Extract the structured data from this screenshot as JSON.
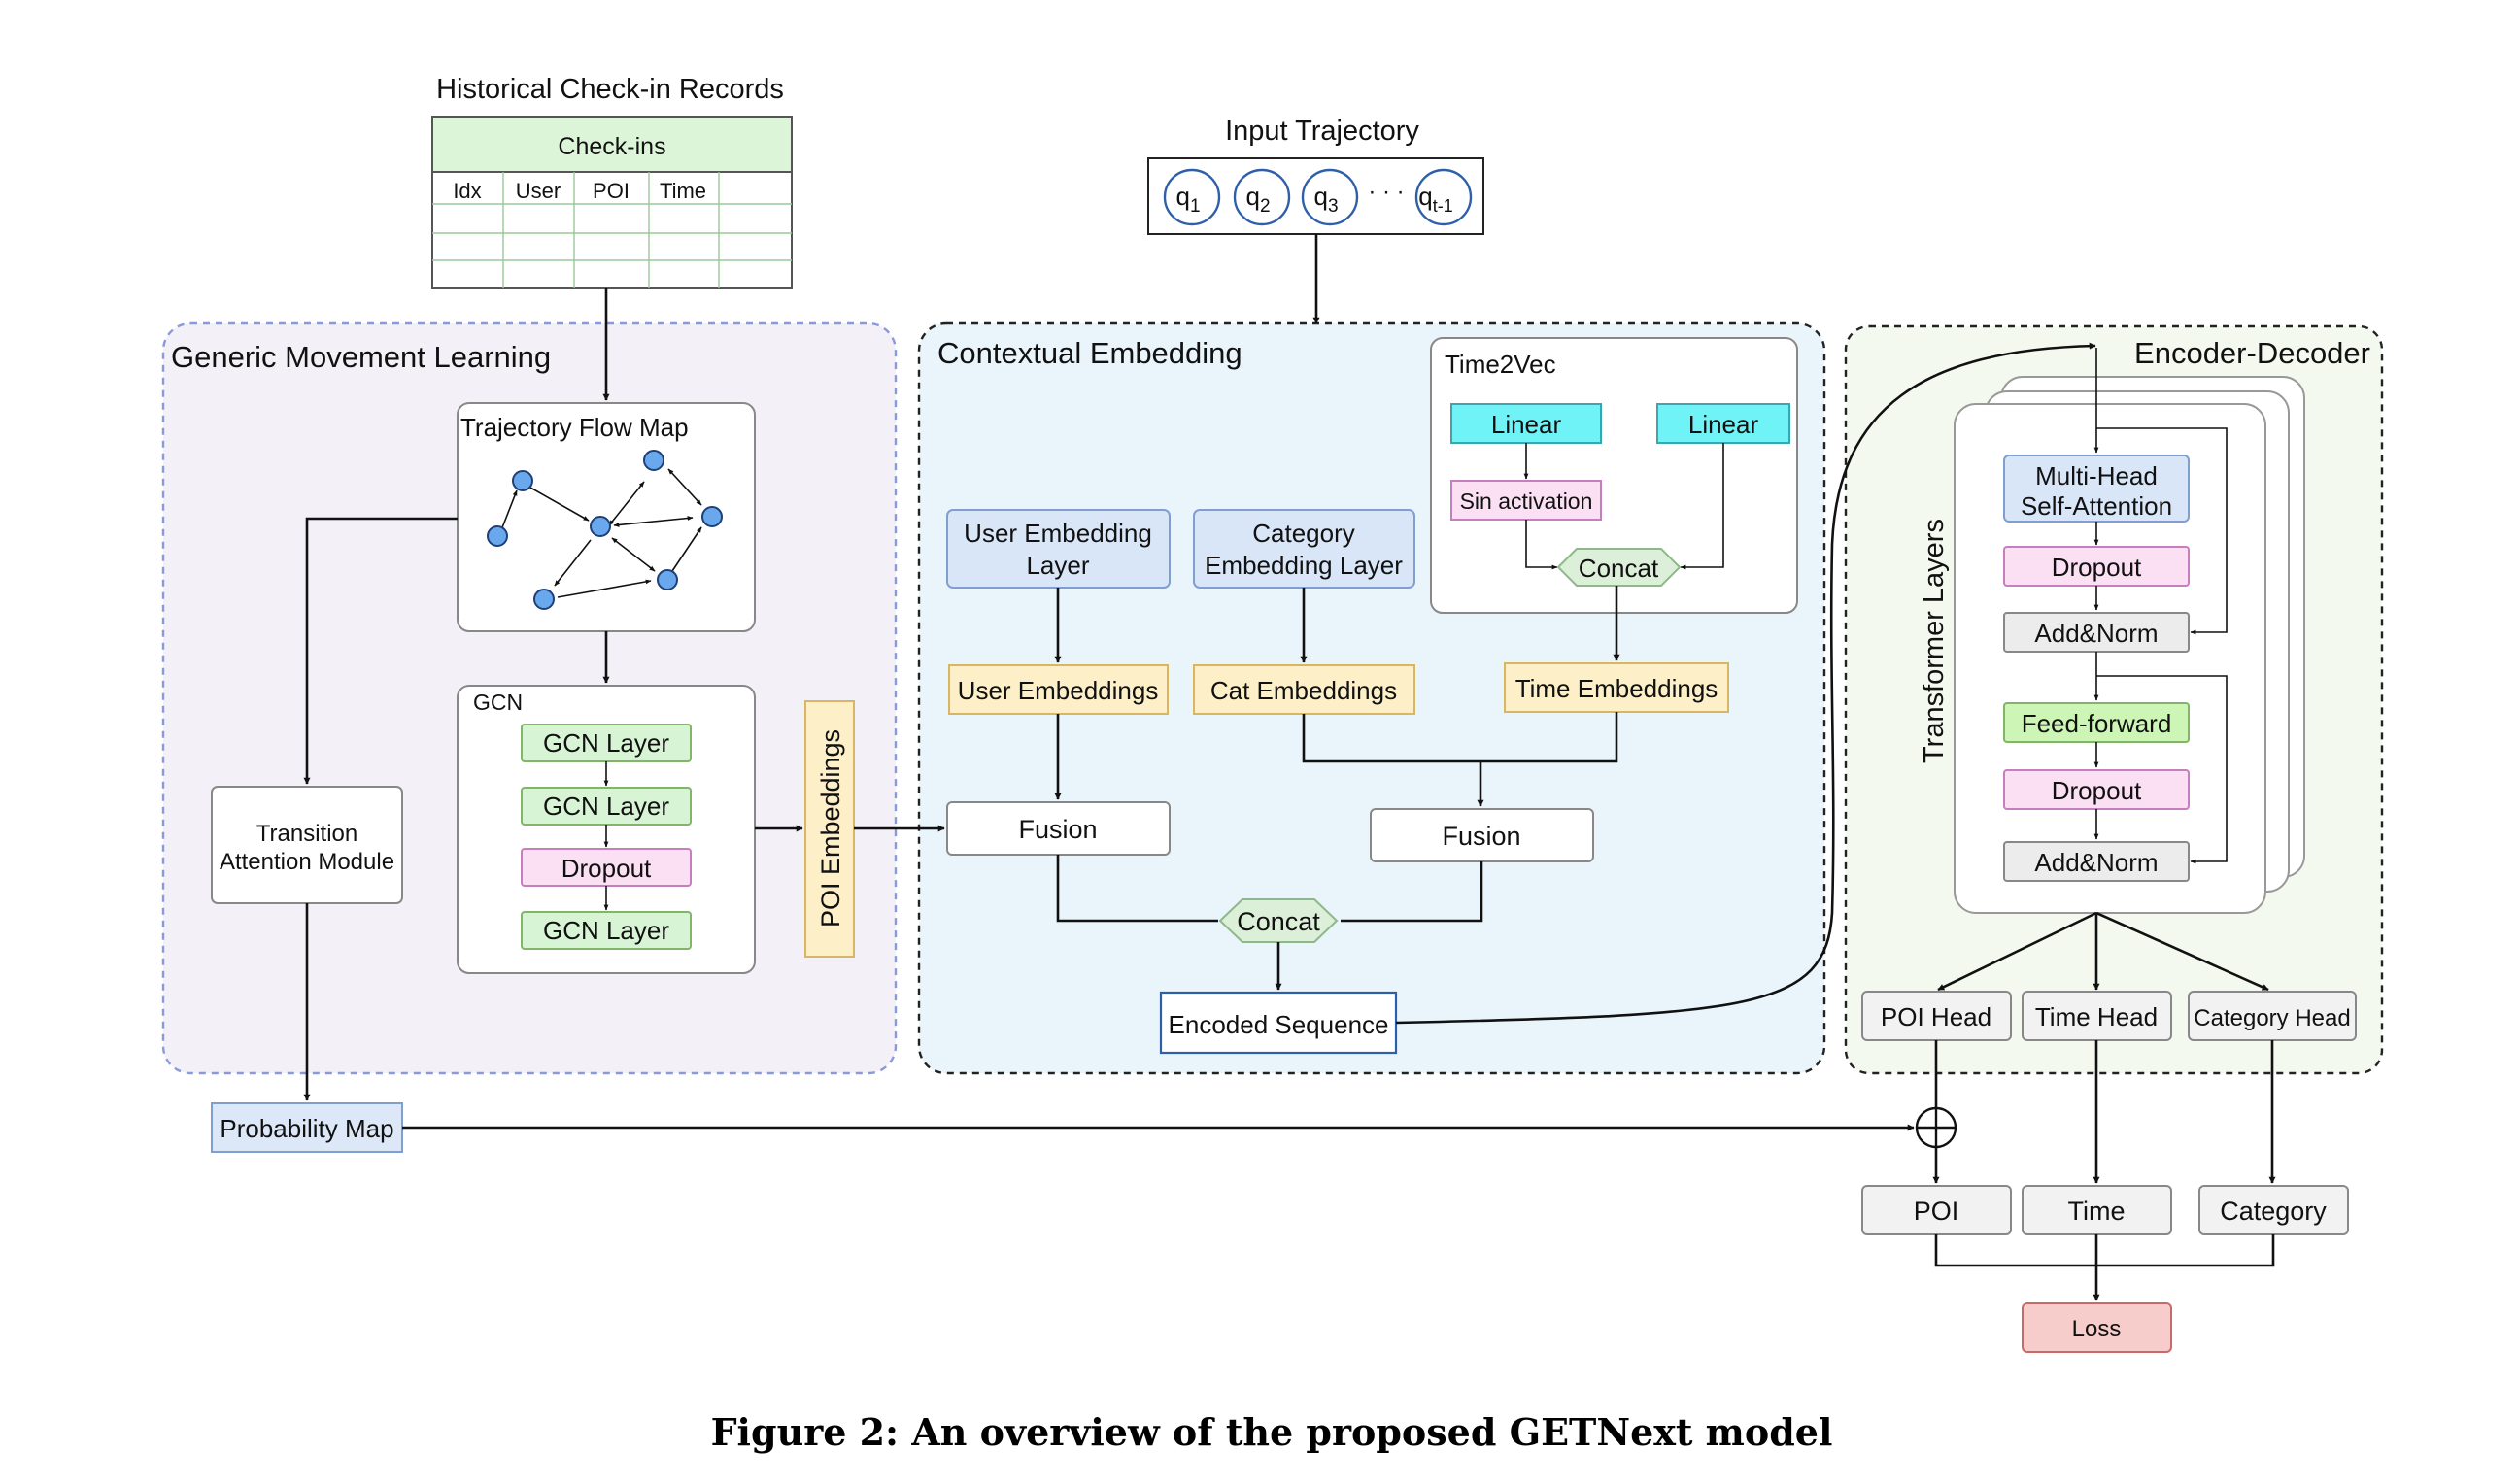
{
  "historical": {
    "title": "Historical Check-in Records",
    "table_header": "Check-ins",
    "columns": [
      "Idx",
      "User",
      "POI",
      "Time"
    ]
  },
  "input_trajectory": {
    "title": "Input Trajectory",
    "nodes": [
      {
        "base": "q",
        "sub": "1"
      },
      {
        "base": "q",
        "sub": "2"
      },
      {
        "base": "q",
        "sub": "3"
      },
      {
        "base": "q",
        "sub": "t-1"
      }
    ],
    "ellipsis": "· · ·"
  },
  "generic_movement": {
    "title": "Generic Movement Learning",
    "flow_map": "Trajectory Flow Map",
    "gcn": {
      "title": "GCN",
      "layers": [
        "GCN Layer",
        "GCN Layer",
        "Dropout",
        "GCN Layer"
      ]
    },
    "transition_attention": [
      "Transition",
      "Attention Module"
    ],
    "poi_embeddings": "POI Embeddings"
  },
  "contextual": {
    "title": "Contextual Embedding",
    "time2vec": {
      "title": "Time2Vec",
      "linear": "Linear",
      "sin": "Sin activation",
      "concat": "Concat"
    },
    "user_layer": [
      "User Embedding",
      "Layer"
    ],
    "category_layer": [
      "Category",
      "Embedding Layer"
    ],
    "user_embeddings": "User Embeddings",
    "cat_embeddings": "Cat Embeddings",
    "time_embeddings": "Time Embeddings",
    "fusion": "Fusion",
    "concat": "Concat",
    "encoded_sequence": "Encoded Sequence"
  },
  "encoder_decoder": {
    "title": "Encoder-Decoder",
    "transformer_layers": "Transformer Layers",
    "mhsa": [
      "Multi-Head",
      "Self-Attention"
    ],
    "dropout": "Dropout",
    "add_norm": "Add&Norm",
    "feed_forward": "Feed-forward",
    "heads": [
      "POI Head",
      "Time Head",
      "Category Head"
    ],
    "outputs": [
      "POI",
      "Time",
      "Category"
    ],
    "loss": "Loss"
  },
  "probability_map": "Probability Map",
  "caption": "Figure 2: An overview of the proposed GETNext model",
  "colors": {
    "generic_bg": "#f3f0f8",
    "generic_border": "#8a9ad8",
    "contextual_bg": "#e9f4fb",
    "encoder_bg": "#f3f9ee",
    "table_header": "#dcf5d8",
    "gcn_layer": "#d7f4d4",
    "gcn_border": "#82b56a",
    "dropout": "#fbe0f3",
    "dropout_border": "#c57fbf",
    "embed_layer": "#d9e6f8",
    "embed_border": "#7f9fcf",
    "embeddings": "#fdf0c9",
    "embeddings_border": "#d8b662",
    "linear": "#6ff3f6",
    "concat": "#dcefd8",
    "feed_forward": "#cdf5b6",
    "add_norm": "#ececec",
    "loss": "#f7cdcc",
    "loss_border": "#c86a6a",
    "prob_map": "#dce7f8",
    "node": "#6aa8ee"
  }
}
